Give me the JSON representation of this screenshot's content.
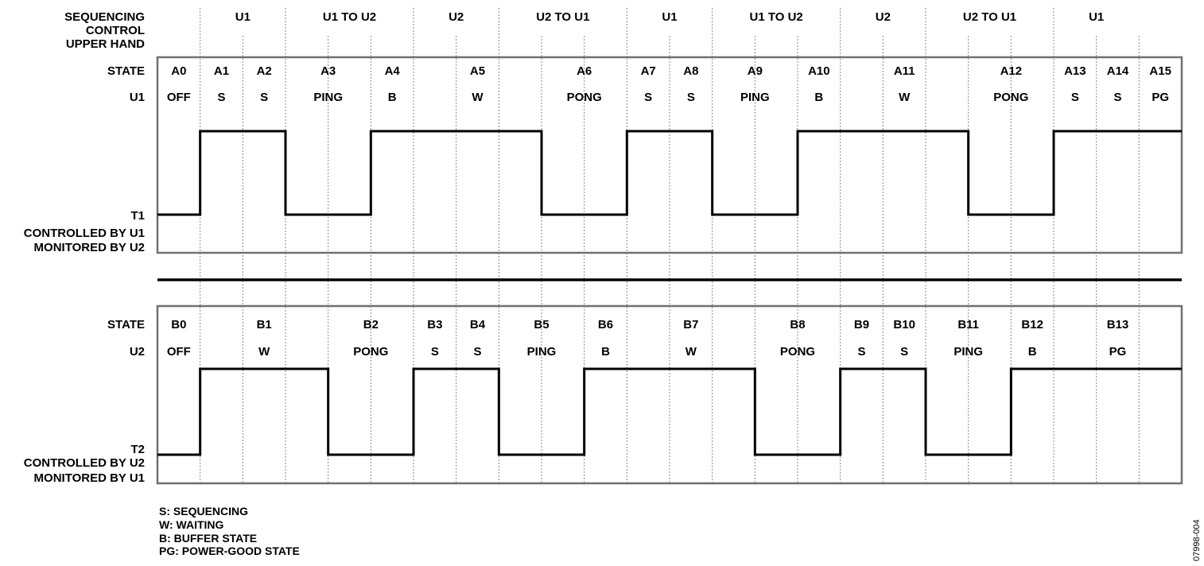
{
  "header": {
    "row_label_lines": [
      "SEQUENCING",
      "CONTROL",
      "UPPER HAND"
    ],
    "phases": [
      {
        "label": "U1",
        "slot": 2
      },
      {
        "label": "U1 TO U2",
        "slot": 4.5
      },
      {
        "label": "U2",
        "slot": 7
      },
      {
        "label": "U2 TO U1",
        "slot": 9.5
      },
      {
        "label": "U1",
        "slot": 12
      },
      {
        "label": "U1 TO U2",
        "slot": 14.5
      },
      {
        "label": "U2",
        "slot": 17
      },
      {
        "label": "U2 TO U1",
        "slot": 19.5
      },
      {
        "label": "U1",
        "slot": 22
      }
    ],
    "phase_boundaries": [
      1,
      3,
      6,
      8,
      11,
      13,
      16,
      18,
      21
    ]
  },
  "total_slots": 24,
  "panel_top": {
    "state_label": "STATE",
    "device_label": "U1",
    "signal_label_lines": [
      "T1",
      "CONTROLLED BY U1",
      "MONITORED BY U2"
    ],
    "states": [
      {
        "id": "A0",
        "value": "OFF",
        "slot": 0.5
      },
      {
        "id": "A1",
        "value": "S",
        "slot": 1.5
      },
      {
        "id": "A2",
        "value": "S",
        "slot": 2.5
      },
      {
        "id": "A3",
        "value": "PING",
        "slot": 4
      },
      {
        "id": "A4",
        "value": "B",
        "slot": 5.5
      },
      {
        "id": "A5",
        "value": "W",
        "slot": 7.5
      },
      {
        "id": "A6",
        "value": "PONG",
        "slot": 10
      },
      {
        "id": "A7",
        "value": "S",
        "slot": 11.5
      },
      {
        "id": "A8",
        "value": "S",
        "slot": 12.5
      },
      {
        "id": "A9",
        "value": "PING",
        "slot": 14
      },
      {
        "id": "A10",
        "value": "B",
        "slot": 15.5
      },
      {
        "id": "A11",
        "value": "W",
        "slot": 17.5
      },
      {
        "id": "A12",
        "value": "PONG",
        "slot": 20
      },
      {
        "id": "A13",
        "value": "S",
        "slot": 21.5
      },
      {
        "id": "A14",
        "value": "S",
        "slot": 22.5
      },
      {
        "id": "A15",
        "value": "PG",
        "slot": 23.5
      }
    ],
    "levels": [
      0,
      1,
      1,
      0,
      0,
      1,
      1,
      1,
      1,
      0,
      0,
      1,
      1,
      0,
      0,
      1,
      1,
      1,
      1,
      0,
      0,
      1,
      1,
      1
    ]
  },
  "panel_bottom": {
    "state_label": "STATE",
    "device_label": "U2",
    "signal_label_lines": [
      "T2",
      "CONTROLLED BY U2",
      "MONITORED BY U1"
    ],
    "states": [
      {
        "id": "B0",
        "value": "OFF",
        "slot": 0.5
      },
      {
        "id": "B1",
        "value": "W",
        "slot": 2.5
      },
      {
        "id": "B2",
        "value": "PONG",
        "slot": 5
      },
      {
        "id": "B3",
        "value": "S",
        "slot": 6.5
      },
      {
        "id": "B4",
        "value": "S",
        "slot": 7.5
      },
      {
        "id": "B5",
        "value": "PING",
        "slot": 9
      },
      {
        "id": "B6",
        "value": "B",
        "slot": 10.5
      },
      {
        "id": "B7",
        "value": "W",
        "slot": 12.5
      },
      {
        "id": "B8",
        "value": "PONG",
        "slot": 15
      },
      {
        "id": "B9",
        "value": "S",
        "slot": 16.5
      },
      {
        "id": "B10",
        "value": "S",
        "slot": 17.5
      },
      {
        "id": "B11",
        "value": "PING",
        "slot": 19
      },
      {
        "id": "B12",
        "value": "B",
        "slot": 20.5
      },
      {
        "id": "B13",
        "value": "PG",
        "slot": 22.5
      }
    ],
    "levels": [
      0,
      1,
      1,
      1,
      0,
      0,
      1,
      1,
      0,
      0,
      1,
      1,
      1,
      1,
      0,
      0,
      1,
      1,
      0,
      0,
      1,
      1,
      1,
      1
    ]
  },
  "legend": [
    "S: SEQUENCING",
    "W: WAITING",
    "B: BUFFER STATE",
    "PG: POWER-GOOD STATE"
  ],
  "figure_code": "07998-004",
  "colors": {
    "line": "#000000",
    "frame": "#707070",
    "grid": "#888888"
  }
}
